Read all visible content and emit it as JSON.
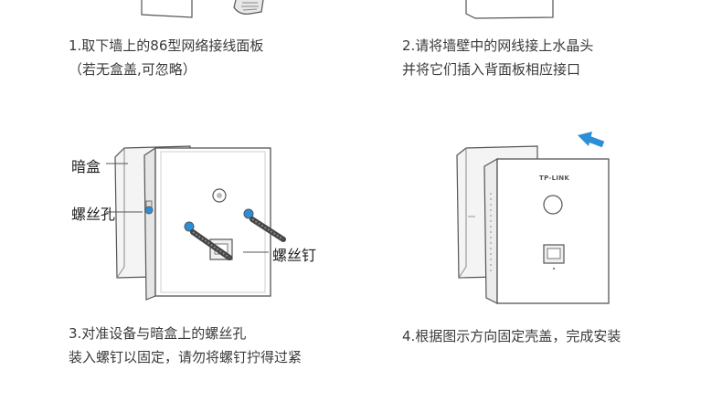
{
  "steps": [
    {
      "number": 1,
      "line1": "1.取下墙上的86型网络接线面板",
      "line2": "（若无盒盖,可忽略）"
    },
    {
      "number": 2,
      "line1": "2.请将墙壁中的网线接上水晶头",
      "line2": "并将它们插入背面板相应接口"
    },
    {
      "number": 3,
      "line1": "3.对准设备与暗盒上的螺丝孔",
      "line2": "装入螺钉以固定，请勿将螺钉拧得过紧"
    },
    {
      "number": 4,
      "line1": "4.根据图示方向固定壳盖，完成安装",
      "line2": ""
    }
  ],
  "step3_callouts": {
    "box": "暗盒",
    "screw_hole": "螺丝孔",
    "screw": "螺丝钉"
  },
  "device": {
    "brand_logo": "TP-LINK"
  },
  "colors": {
    "screw_hole_highlight": "#2b8fd8",
    "arrow": "#2b8fd8",
    "outline": "#555555"
  },
  "icons": [
    "power-button-icon",
    "arrow-left-icon"
  ]
}
